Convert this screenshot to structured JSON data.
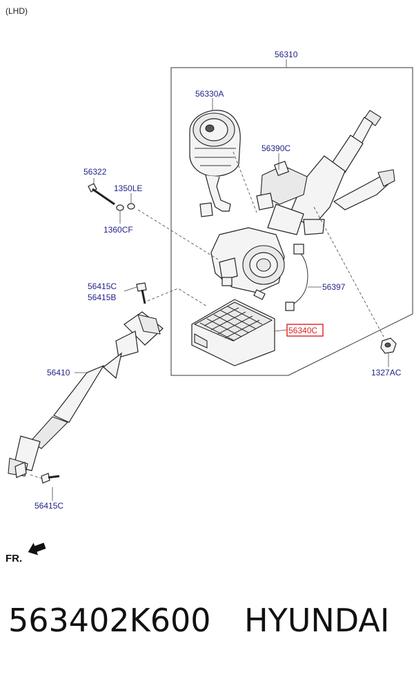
{
  "header": {
    "variant_note": "(LHD)"
  },
  "callouts": {
    "assembly": "56310",
    "motor": "56330A",
    "column_bracket": "56390C",
    "bolt": "56322",
    "washer": "1350LE",
    "spacer": "1360CF",
    "joint_bolt_a": "56415C",
    "joint_bolt_b": "56415B",
    "harness": "56397",
    "ecu": "56340C",
    "intermediate_shaft": "56410",
    "nut": "1327AC",
    "lower_bolt": "56415C"
  },
  "highlight_color": "#e02020",
  "label_color": "#22228a",
  "direction_indicator": "FR.",
  "footer": {
    "part_number": "563402K600",
    "brand": "HYUNDAI"
  }
}
